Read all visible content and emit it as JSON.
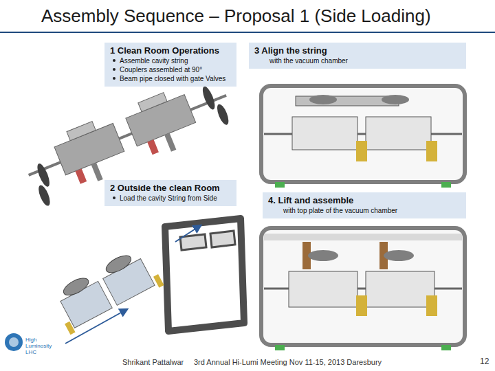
{
  "diagram": {
    "title": "Assembly Sequence – Proposal 1 (Side Loading)",
    "nodes": [
      {
        "text": [
          "1 Clean Room Operations",
          "Assemble cavity string",
          "Couplers assembled at 90°",
          "Beam pipe closed with gate Valves"
        ]
      },
      {
        "text": [
          "3 Align the string",
          "with the vacuum chamber"
        ]
      },
      {
        "text": [
          "2 Outside the clean Room",
          "Load the cavity String from Side"
        ]
      },
      {
        "text": [
          "4. Lift and assemble",
          "with top plate of the vacuum chamber"
        ]
      }
    ],
    "labels": [
      "High Luminosity LHC",
      "Shrikant Pattalwar",
      "3rd Annual Hi-Lumi Meeting  Nov 11-15, 2013  Daresbury",
      "12"
    ]
  }
}
